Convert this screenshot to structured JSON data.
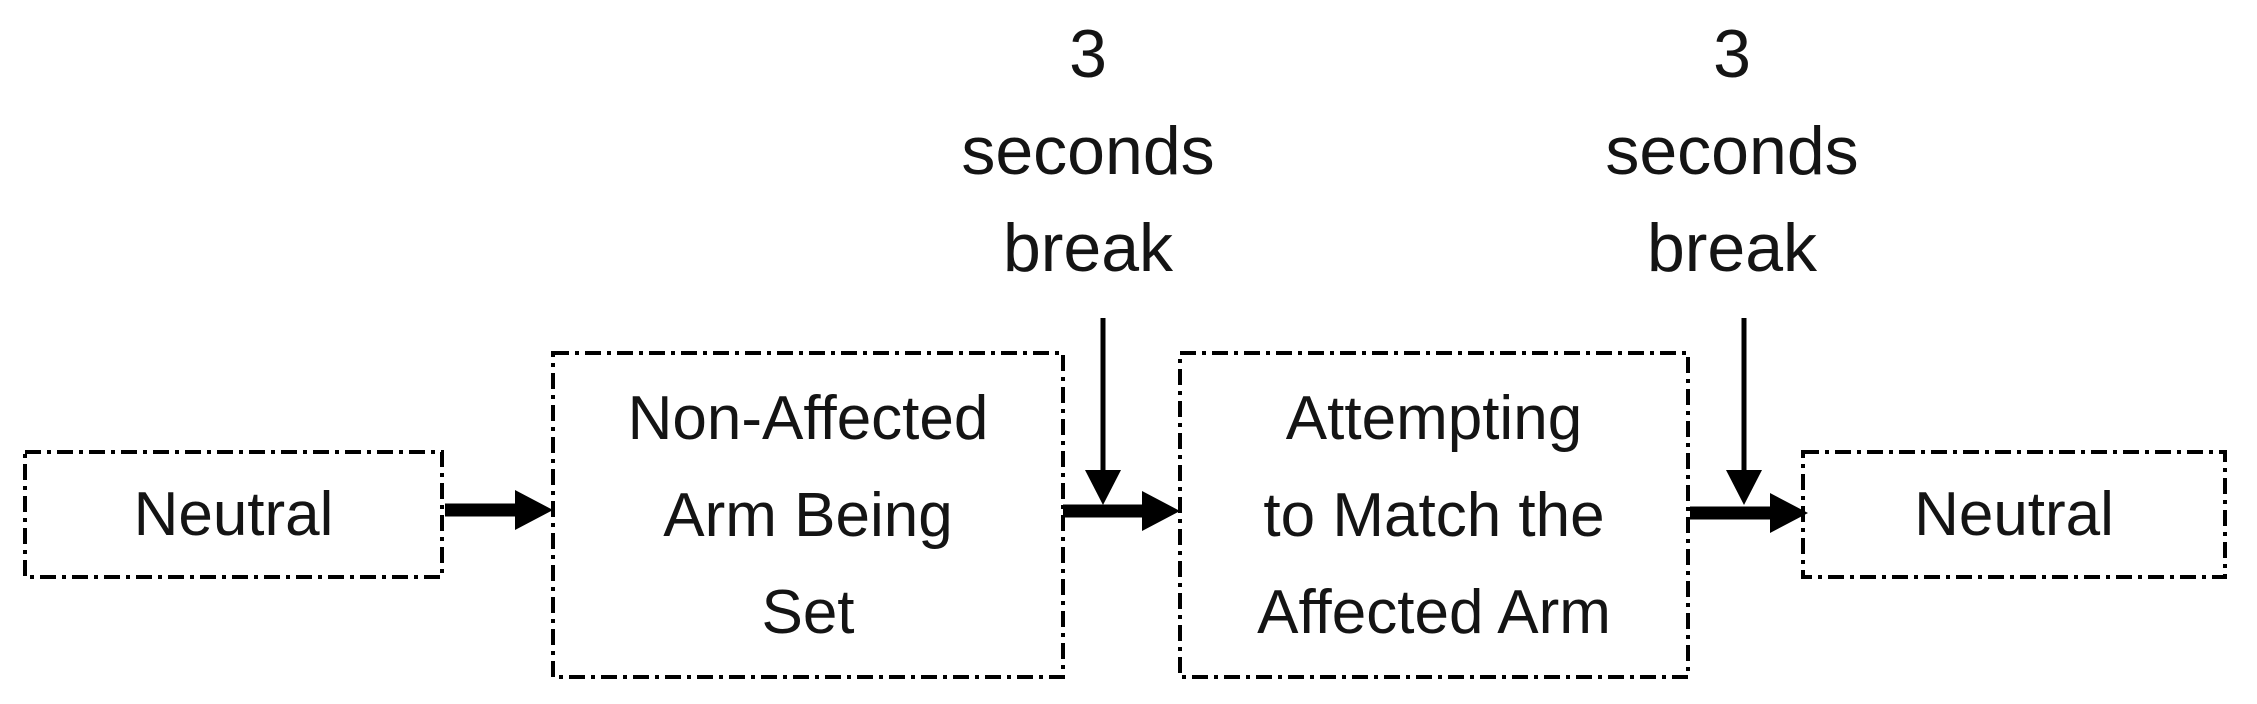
{
  "diagram": {
    "background_color": "#ffffff",
    "stroke_color": "#000000",
    "text_color": "#141414",
    "boxes": [
      {
        "name": "neutral-start",
        "lines": [
          "Neutral"
        ]
      },
      {
        "name": "non-affected-arm-being-set",
        "lines": [
          "Non-Affected",
          "Arm Being",
          "Set"
        ]
      },
      {
        "name": "attempting-to-match-affected-arm",
        "lines": [
          "Attempting",
          "to Match the",
          "Affected Arm"
        ]
      },
      {
        "name": "neutral-end",
        "lines": [
          "Neutral"
        ]
      }
    ],
    "break_annotations": [
      {
        "lines": [
          "3",
          "seconds",
          "break"
        ]
      },
      {
        "lines": [
          "3",
          "seconds",
          "break"
        ]
      }
    ]
  }
}
